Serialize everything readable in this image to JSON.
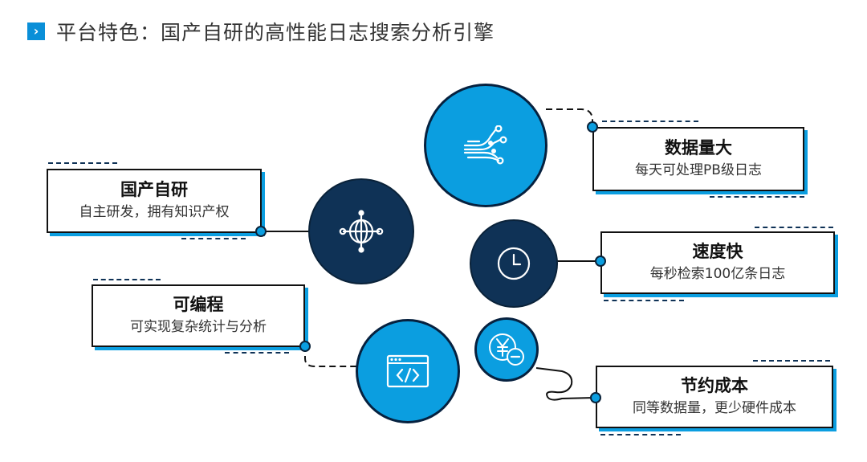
{
  "header": {
    "chevron": "›",
    "title": "平台特色：国产自研的高性能日志搜索分析引擎"
  },
  "features": [
    {
      "title": "数据量大",
      "desc": "每天可处理PB级日志",
      "icon": "data-flow-icon"
    },
    {
      "title": "国产自研",
      "desc": "自主研发，拥有知识产权",
      "icon": "network-globe-icon"
    },
    {
      "title": "速度快",
      "desc": "每秒检索100亿条日志",
      "icon": "clock-icon"
    },
    {
      "title": "可编程",
      "desc": "可实现复杂统计与分析",
      "icon": "code-window-icon"
    },
    {
      "title": "节约成本",
      "desc": "同等数据量，更少硬件成本",
      "icon": "yuan-minus-icon"
    }
  ],
  "colors": {
    "accent": "#0b9ee0",
    "navy": "#0f3256",
    "border": "#111111"
  }
}
